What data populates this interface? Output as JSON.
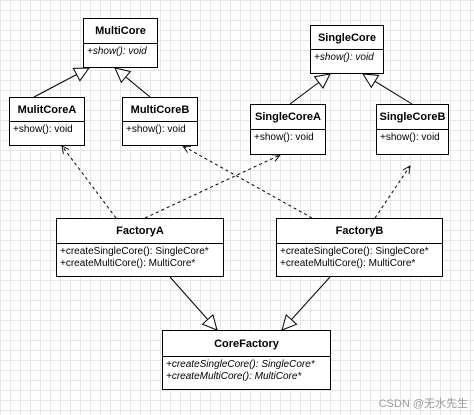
{
  "classes": {
    "multicore": {
      "name": "MultiCore",
      "ops": [
        "+show(): void"
      ]
    },
    "singlecore": {
      "name": "SingleCore",
      "ops": [
        "+show(): void"
      ]
    },
    "mulitcorea": {
      "name": "MulitCoreA",
      "ops": [
        "+show(): void"
      ]
    },
    "multicoreb": {
      "name": "MultiCoreB",
      "ops": [
        "+show(): void"
      ]
    },
    "singlecorea": {
      "name": "SingleCoreA",
      "ops": [
        "+show(): void"
      ]
    },
    "singlecoreb": {
      "name": "SingleCoreB",
      "ops": [
        "+show(): void"
      ]
    },
    "factorya": {
      "name": "FactoryA",
      "ops": [
        "+createSingleCore(): SingleCore*",
        "+createMultiCore(): MultiCore*"
      ]
    },
    "factoryb": {
      "name": "FactoryB",
      "ops": [
        "+createSingleCore(): SingleCore*",
        "+createMultiCore(): MultiCore*"
      ]
    },
    "corefactory": {
      "name": "CoreFactory",
      "ops": [
        "+createSingleCore(): SingleCore*",
        "+createMultiCore(): MultiCore*"
      ]
    }
  },
  "watermark": "CSDN @无水先生"
}
